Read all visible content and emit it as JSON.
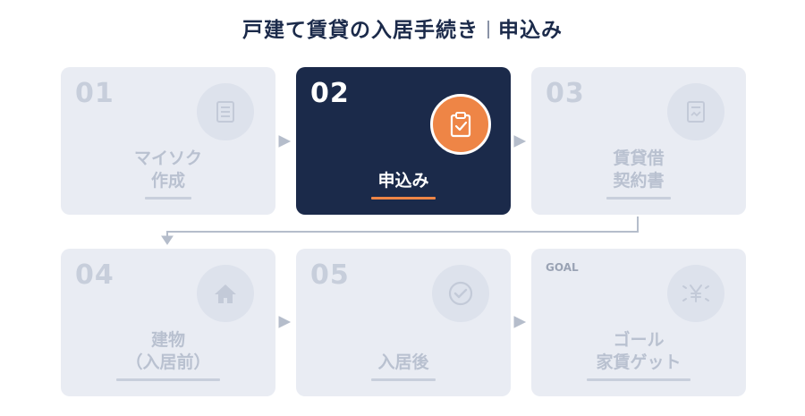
{
  "title": {
    "main": "戸建て賃貸の入居手続き",
    "sub": "申込み"
  },
  "steps": [
    {
      "num": "01",
      "label_line1": "マイソク",
      "label_line2": "作成",
      "icon": "document-icon",
      "active": false
    },
    {
      "num": "02",
      "label_line1": "申込み",
      "label_line2": "",
      "icon": "clipboard-check-icon",
      "active": true
    },
    {
      "num": "03",
      "label_line1": "賃貸借",
      "label_line2": "契約書",
      "icon": "contract-icon",
      "active": false
    },
    {
      "num": "04",
      "label_line1": "建物",
      "label_line2": "（入居前）",
      "icon": "house-icon",
      "active": false
    },
    {
      "num": "05",
      "label_line1": "入居後",
      "label_line2": "",
      "icon": "check-circle-icon",
      "active": false
    },
    {
      "num": "GOAL",
      "label_line1": "ゴール",
      "label_line2": "家賃ゲット",
      "icon": "yen-sparkle-icon",
      "active": false
    }
  ],
  "colors": {
    "active_bg": "#1b2a4a",
    "accent": "#ee8546",
    "inactive_bg": "#e9ecf3",
    "connector": "#b5bdcb"
  }
}
